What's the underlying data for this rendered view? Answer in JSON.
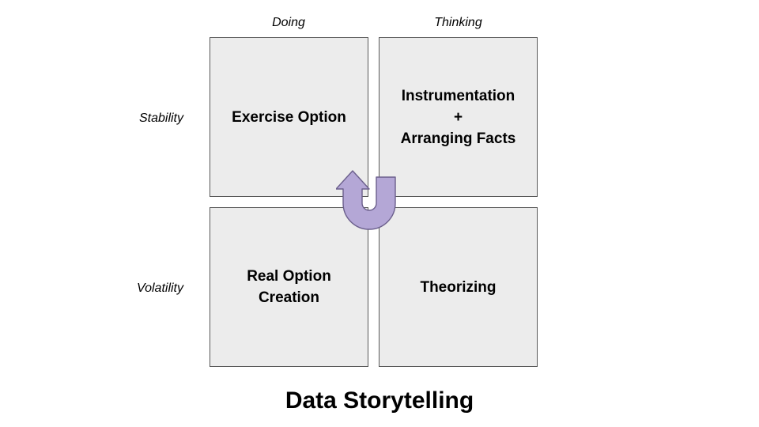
{
  "diagram": {
    "title": "Data Storytelling",
    "columns": [
      {
        "label": "Doing"
      },
      {
        "label": "Thinking"
      }
    ],
    "rows": [
      {
        "label": "Stability"
      },
      {
        "label": "Volatility"
      }
    ],
    "cells": [
      {
        "id": "exercise-option",
        "text": "Exercise Option",
        "row": "Stability",
        "column": "Doing"
      },
      {
        "id": "instrumentation-arranging-facts",
        "text": "Instrumentation\n+\nArranging Facts",
        "row": "Stability",
        "column": "Thinking"
      },
      {
        "id": "real-option-creation",
        "text": "Real Option\nCreation",
        "row": "Volatility",
        "column": "Doing"
      },
      {
        "id": "theorizing",
        "text": "Theorizing",
        "row": "Volatility",
        "column": "Thinking"
      }
    ],
    "arrow": {
      "name": "u-turn-arrow",
      "direction": "up",
      "description": "U-turn arrow from lower-right quadrant up into upper-left quadrant"
    },
    "colors": {
      "cell_fill": "#ececec",
      "cell_stroke": "#595959",
      "arrow_fill": "#b4a7d6",
      "arrow_stroke": "#6b5f8c",
      "text": "#000000",
      "background": "#ffffff"
    }
  }
}
